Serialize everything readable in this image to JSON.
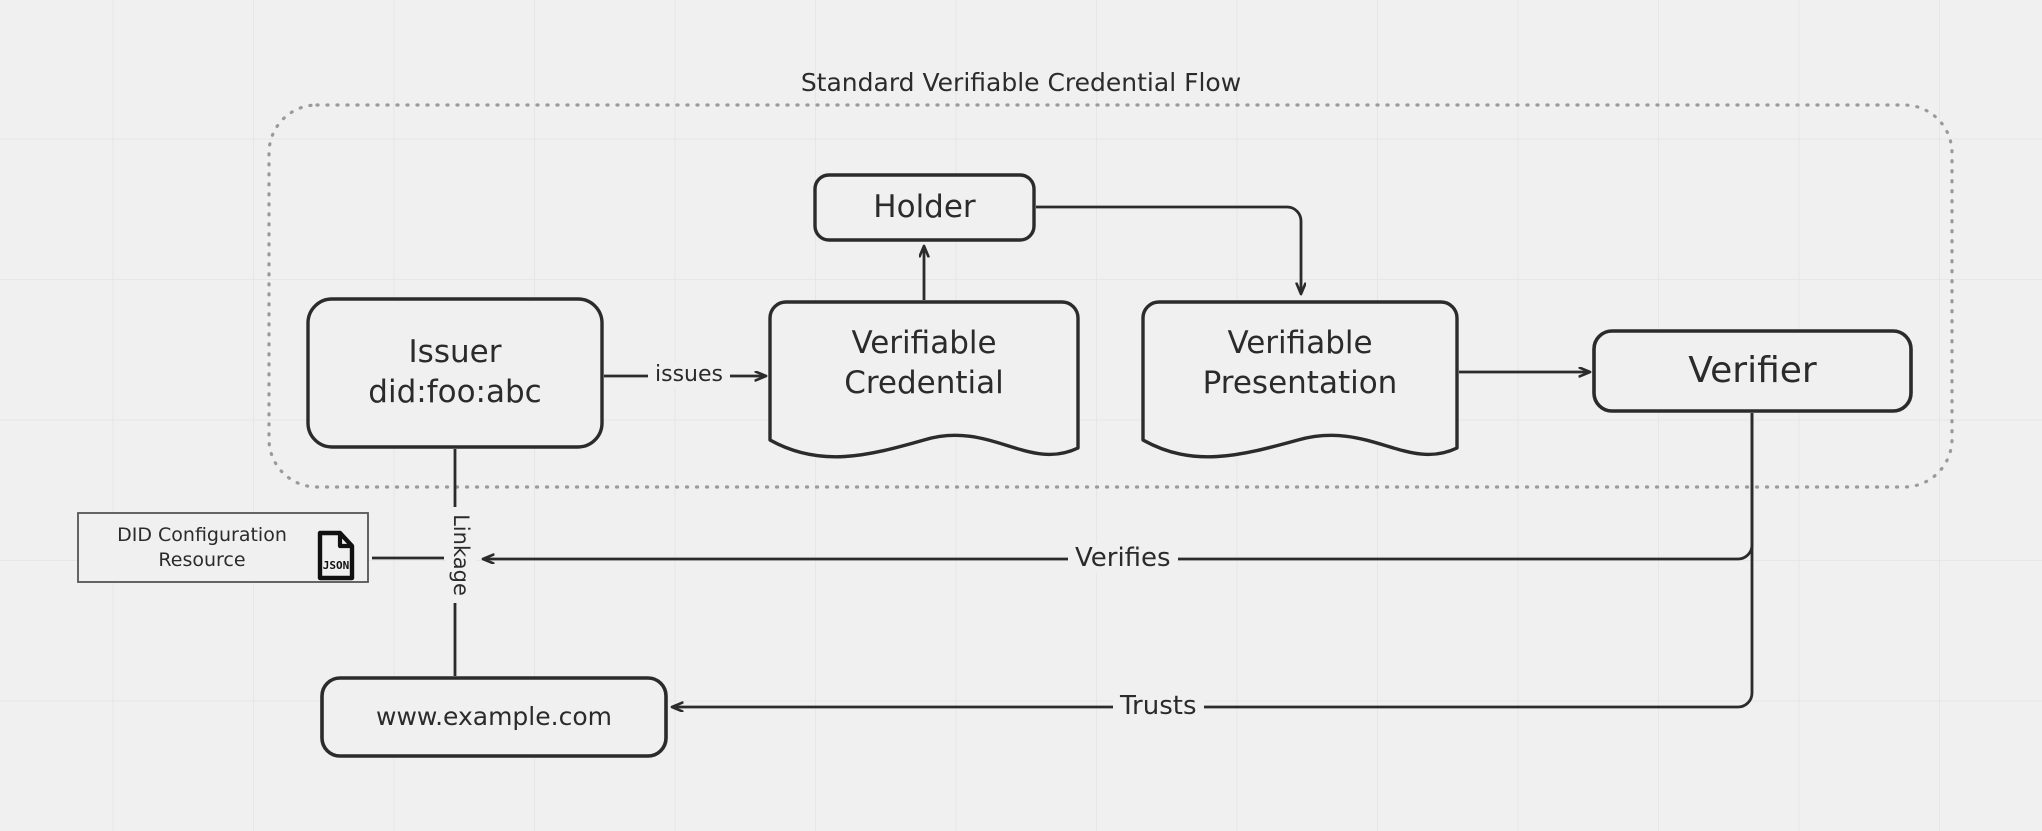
{
  "diagram": {
    "title": "Standard Verifiable Credential Flow",
    "background_color": "#f0f0f0",
    "grid_color": "#e6e6e6",
    "stroke_color": "#2b2b2b",
    "group_border_color": "#9a9a9a",
    "group_border_style": "dotted"
  },
  "nodes": {
    "issuer": {
      "label": "Issuer\ndid:foo:abc",
      "line1": "Issuer",
      "line2": "did:foo:abc",
      "shape": "rounded-rectangle"
    },
    "holder": {
      "label": "Holder",
      "shape": "rounded-rectangle"
    },
    "verifiable_credential": {
      "label": "Verifiable\nCredential",
      "line1": "Verifiable",
      "line2": "Credential",
      "shape": "document"
    },
    "verifiable_presentation": {
      "label": "Verifiable\nPresentation",
      "line1": "Verifiable",
      "line2": "Presentation",
      "shape": "document"
    },
    "verifier": {
      "label": "Verifier",
      "shape": "rounded-rectangle"
    },
    "did_configuration_resource": {
      "label": "DID Configuration\nResource",
      "line1": "DID Configuration",
      "line2": "Resource",
      "shape": "rectangle",
      "icon": "json-file-icon",
      "icon_text": "JSON"
    },
    "website": {
      "label": "www.example.com",
      "shape": "rounded-rectangle"
    }
  },
  "edges": {
    "issues": {
      "label": "issues",
      "from": "issuer",
      "to": "verifiable_credential"
    },
    "credential_to_holder": {
      "label": "",
      "from": "verifiable_credential",
      "to": "holder"
    },
    "holder_to_presentation": {
      "label": "",
      "from": "holder",
      "to": "verifiable_presentation"
    },
    "presentation_to_verifier": {
      "label": "",
      "from": "verifiable_presentation",
      "to": "verifier"
    },
    "verifies": {
      "label": "Verifies",
      "from": "verifier",
      "to": "did_configuration_resource"
    },
    "trusts": {
      "label": "Trusts",
      "from": "verifier",
      "to": "website"
    },
    "linkage": {
      "label": "Linkage",
      "from": "issuer",
      "to": "website"
    }
  }
}
